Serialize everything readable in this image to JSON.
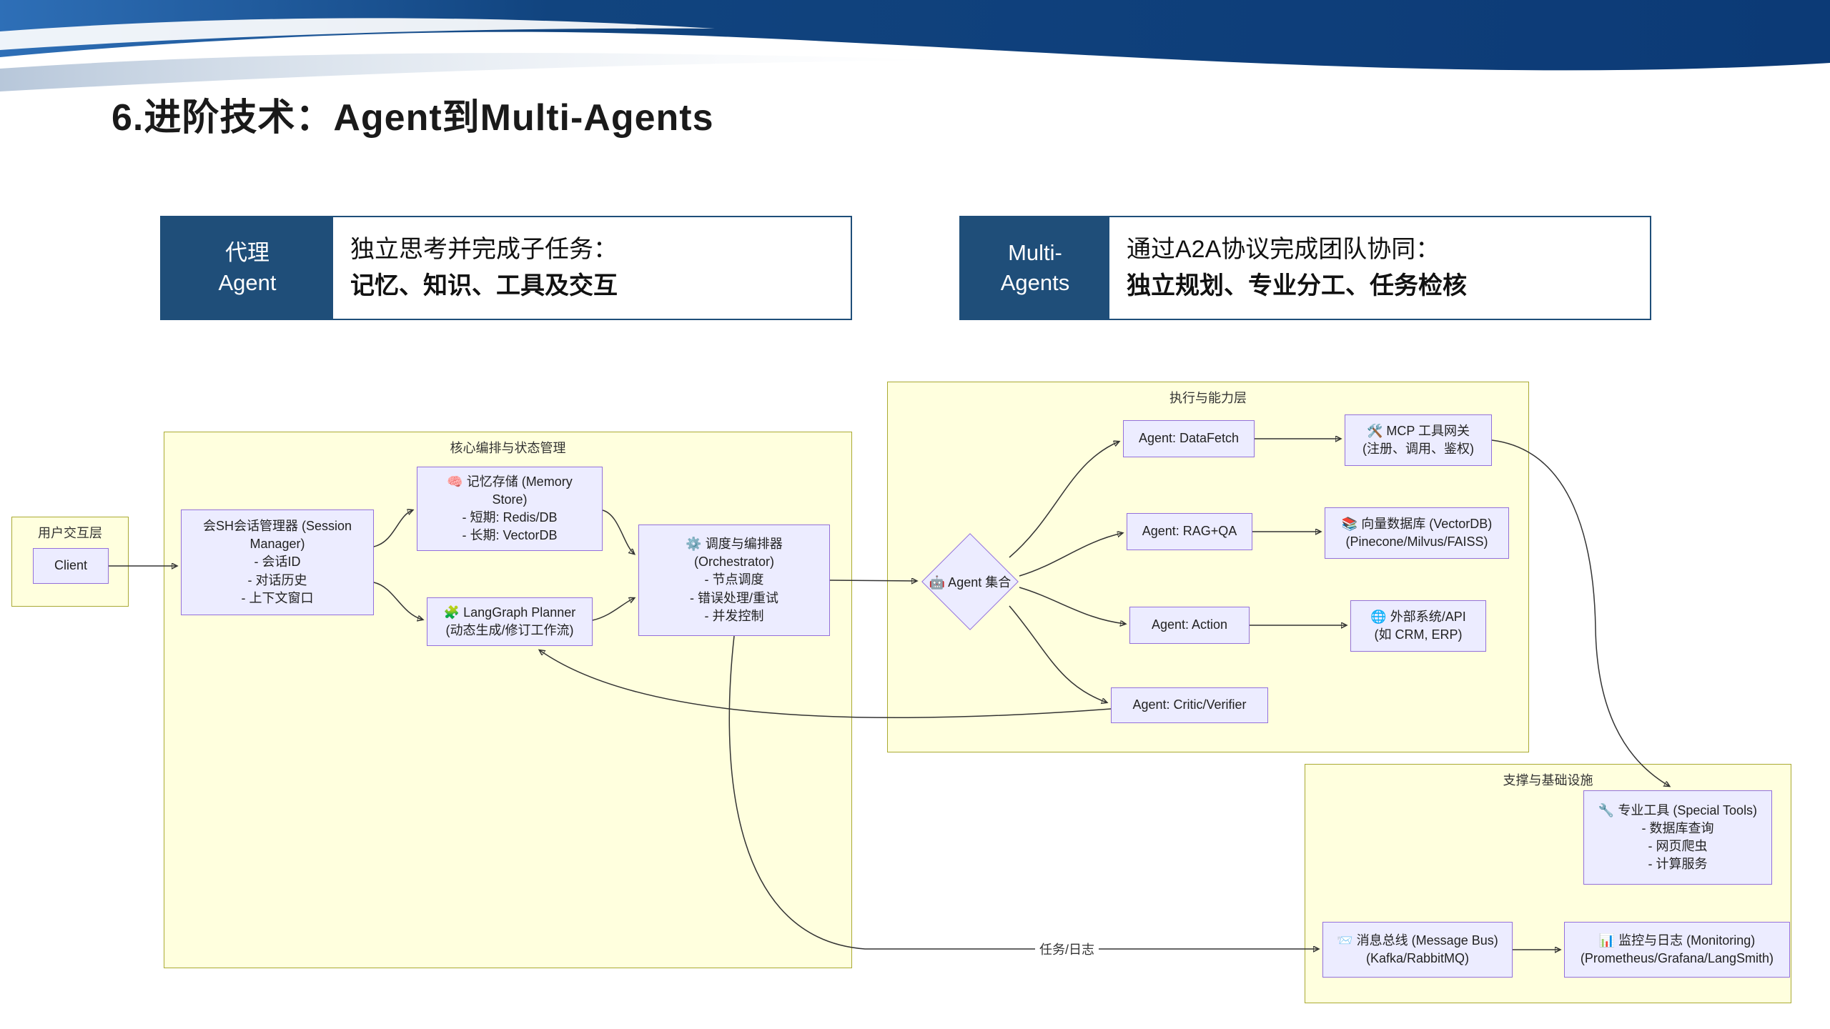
{
  "slide": {
    "title": "6.进阶技术：Agent到Multi-Agents"
  },
  "definition_cards": {
    "agent": {
      "label_lines": [
        "代理",
        "Agent"
      ],
      "desc_line1": "独立思考并完成子任务：",
      "desc_line2": "记忆、知识、工具及交互"
    },
    "multi_agents": {
      "label_lines": [
        "Multi-",
        "Agents"
      ],
      "desc_line1": "通过A2A协议完成团队协同：",
      "desc_line2": "独立规划、专业分工、任务检核"
    }
  },
  "diagram": {
    "groups": {
      "user_layer": {
        "title": "用户交互层"
      },
      "core_layer": {
        "title": "核心编排与状态管理"
      },
      "exec_layer": {
        "title": "执行与能力层"
      },
      "infra_layer": {
        "title": "支撑与基础设施"
      }
    },
    "nodes": {
      "client": {
        "lines": [
          "Client"
        ]
      },
      "session_manager": {
        "lines": [
          "会SH会话管理器 (Session",
          "Manager)",
          "- 会话ID",
          "- 对话历史",
          "- 上下文窗口"
        ]
      },
      "memory_store": {
        "lines": [
          "🧠 记忆存储 (Memory",
          "Store)",
          "- 短期: Redis/DB",
          "- 长期: VectorDB"
        ]
      },
      "langgraph_planner": {
        "lines": [
          "🧩 LangGraph Planner",
          "(动态生成/修订工作流)"
        ]
      },
      "orchestrator": {
        "lines": [
          "⚙️ 调度与编排器",
          "(Orchestrator)",
          "- 节点调度",
          "- 错误处理/重试",
          "- 并发控制"
        ]
      },
      "agent_pool": {
        "lines": [
          "🤖 Agent 集合"
        ]
      },
      "agent_datafetch": {
        "lines": [
          "Agent: DataFetch"
        ]
      },
      "agent_ragqa": {
        "lines": [
          "Agent: RAG+QA"
        ]
      },
      "agent_action": {
        "lines": [
          "Agent: Action"
        ]
      },
      "agent_critic": {
        "lines": [
          "Agent: Critic/Verifier"
        ]
      },
      "mcp_gateway": {
        "lines": [
          "🛠️ MCP 工具网关",
          "(注册、调用、鉴权)"
        ]
      },
      "vectordb": {
        "lines": [
          "📚 向量数据库 (VectorDB)",
          "(Pinecone/Milvus/FAISS)"
        ]
      },
      "external_api": {
        "lines": [
          "🌐 外部系统/API",
          "(如 CRM, ERP)"
        ]
      },
      "special_tools": {
        "lines": [
          "🔧 专业工具 (Special Tools)",
          "- 数据库查询",
          "- 网页爬虫",
          "- 计算服务"
        ]
      },
      "message_bus": {
        "lines": [
          "📨 消息总线 (Message Bus)",
          "(Kafka/RabbitMQ)"
        ]
      },
      "monitoring": {
        "lines": [
          "📊 监控与日志 (Monitoring)",
          "(Prometheus/Grafana/LangSmith)"
        ]
      }
    },
    "edge_labels": {
      "tasks_logs": "任务/日志"
    }
  },
  "colors": {
    "banner_blue_dark": "#0d3d7b",
    "banner_blue_mid": "#2e6fb7",
    "card_label_bg": "#1f4e79",
    "node_fill": "#ECECFF",
    "node_border": "#9370DB",
    "group_fill": "#ffffde",
    "group_border": "#aaaa33",
    "edge_color": "#333333"
  }
}
